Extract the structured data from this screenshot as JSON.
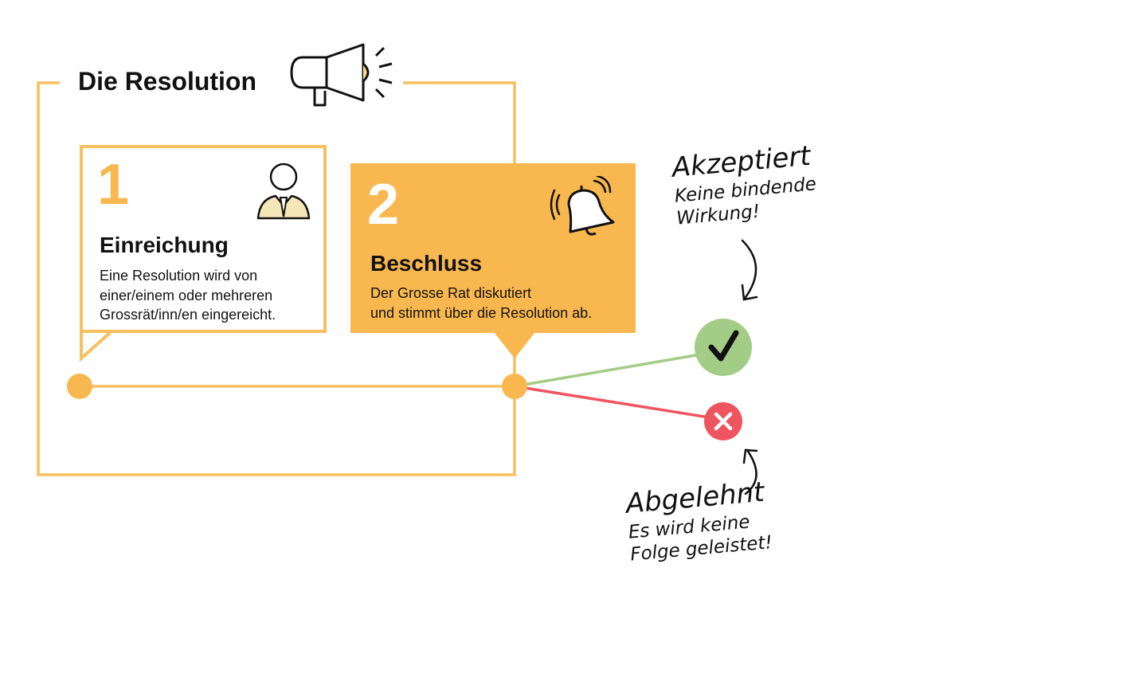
{
  "title": "Die Resolution",
  "steps": [
    {
      "number": "1",
      "heading": "Einreichung",
      "lines": [
        "Eine Resolution wird von",
        "einer/einem oder mehreren",
        "Grossrät/inn/en eingereicht."
      ]
    },
    {
      "number": "2",
      "heading": "Beschluss",
      "lines": [
        "Der Grosse Rat diskutiert",
        "und stimmt über die Resolution ab."
      ]
    }
  ],
  "outcomes": {
    "accepted": {
      "title": "Akzeptiert",
      "lines": [
        "Keine bindende",
        "Wirkung!"
      ]
    },
    "rejected": {
      "title": "Abgelehnt",
      "lines": [
        "Es wird keine",
        "Folge geleistet!"
      ]
    }
  },
  "colors": {
    "orange": "#f9b84f",
    "frame": "#f7bf5e",
    "green": "#a3cc86",
    "red": "#ee5560"
  },
  "icons": [
    "megaphone-icon",
    "person-icon",
    "bell-icon",
    "check-icon",
    "cross-icon"
  ]
}
